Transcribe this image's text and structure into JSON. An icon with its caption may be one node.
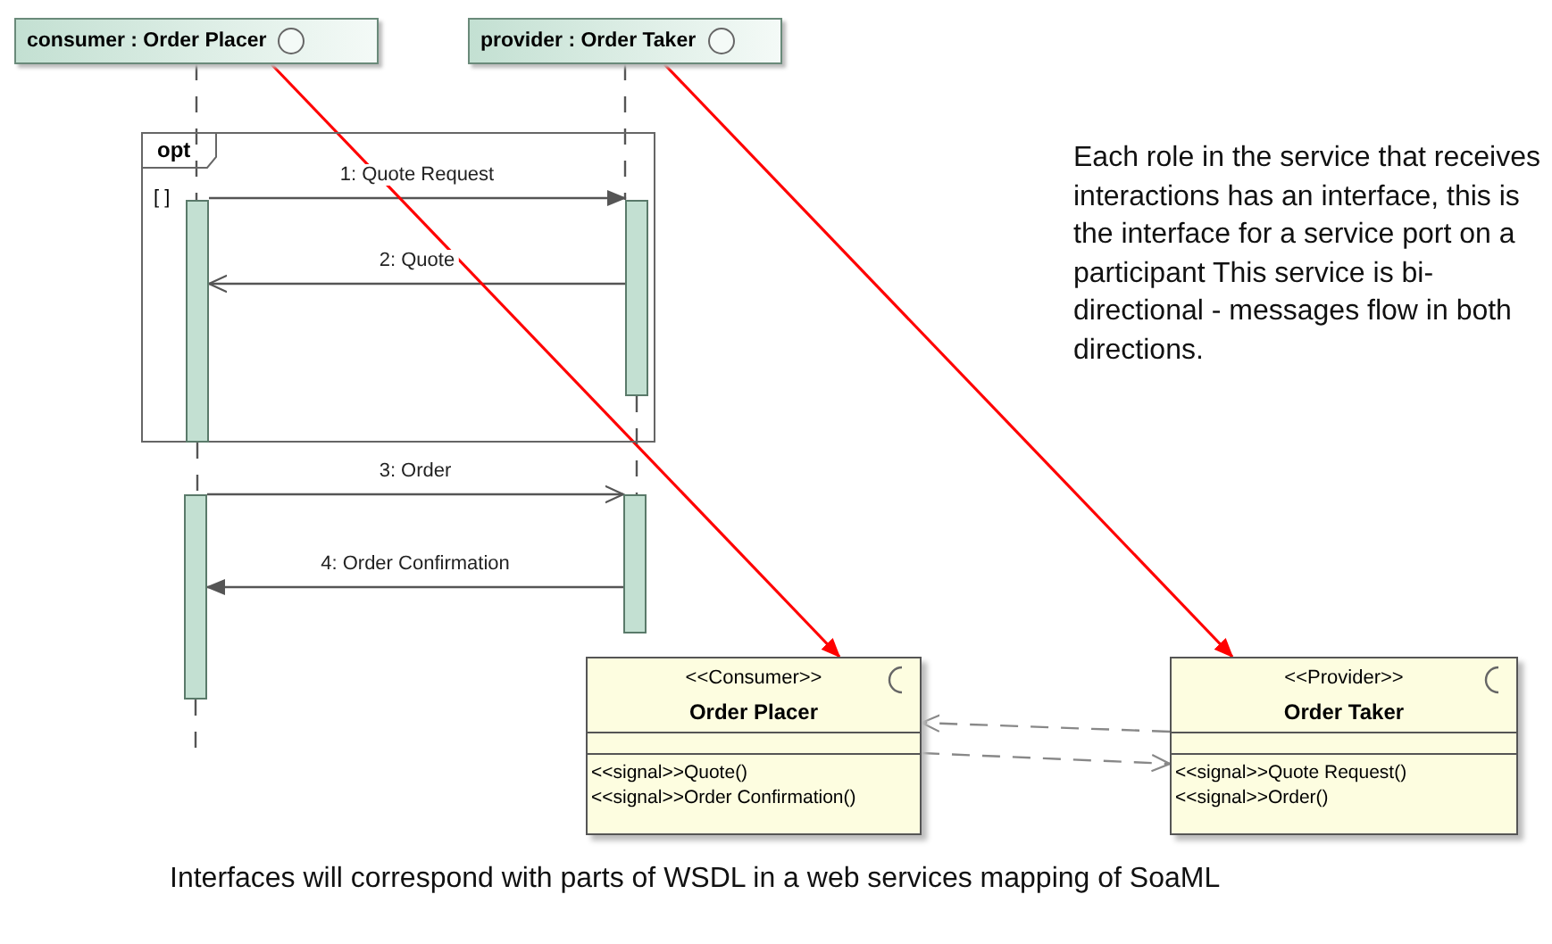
{
  "diagram": {
    "caption": "Interfaces will correspond with parts of WSDL in a web services mapping of SoaML",
    "nodes": [
      {
        "text": [
          "consumer : Order Placer"
        ]
      },
      {
        "text": [
          "provider : Order Taker"
        ]
      },
      {
        "text": [
          "opt",
          "[ ]"
        ]
      },
      {
        "text": [],
        "shape": "bar",
        "in": 2
      },
      {
        "text": [],
        "shape": "bar",
        "in": 2
      },
      {
        "text": [],
        "shape": "bar"
      },
      {
        "text": [],
        "shape": "bar"
      },
      {
        "text": [
          "<<Consumer>>",
          "Order Placer",
          "<<signal>>Quote()",
          "<<signal>>Order Confirmation()"
        ]
      },
      {
        "text": [
          "<<Provider>>",
          "Order Taker",
          "<<signal>>Quote Request()",
          "<<signal>>Order()"
        ]
      }
    ],
    "edges": [
      {
        "from": 3,
        "to": 4,
        "arrow": "to",
        "label": "1: Quote Request"
      },
      {
        "from": 4,
        "to": 3,
        "arrow": "to",
        "label": "2: Quote"
      },
      {
        "from": 5,
        "to": 6,
        "arrow": "to",
        "label": "3: Order"
      },
      {
        "from": 6,
        "to": 5,
        "arrow": "to",
        "label": "4: Order Confirmation"
      },
      {
        "from": 0,
        "to": 7,
        "arrow": "to",
        "color": "#ff0000"
      },
      {
        "from": 1,
        "to": 8,
        "arrow": "to",
        "color": "#ff0000"
      },
      {
        "from": 8,
        "to": 7,
        "arrow": "to",
        "style": "dashed",
        "color": "#888888"
      },
      {
        "from": 7,
        "to": 8,
        "arrow": "to",
        "style": "dashed",
        "color": "#888888"
      },
      {
        "from": 0,
        "to": 3,
        "arrow": "none",
        "style": "dashed"
      },
      {
        "from": 3,
        "to": 5,
        "arrow": "none",
        "style": "dashed"
      },
      {
        "from": 5,
        "to": null,
        "arrow": "none",
        "style": "dashed"
      },
      {
        "from": 1,
        "to": 4,
        "arrow": "none",
        "style": "dashed"
      },
      {
        "from": 4,
        "to": 6,
        "arrow": "none",
        "style": "dashed"
      }
    ],
    "labels": [
      "Each role in the service that receives interactions has an interface, this is the interface for a service port on a participant This service is bi-directional - messages flow in both directions."
    ]
  }
}
